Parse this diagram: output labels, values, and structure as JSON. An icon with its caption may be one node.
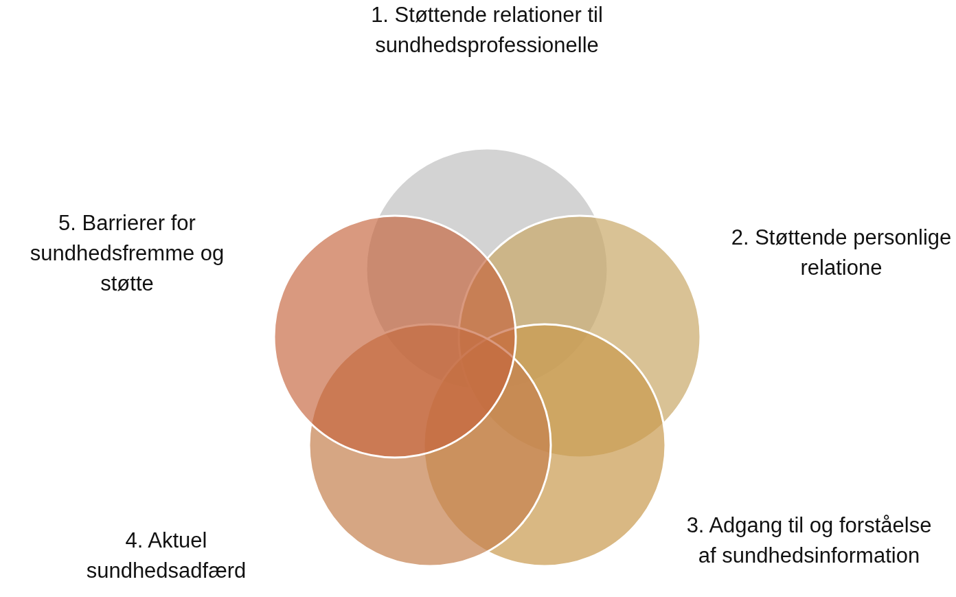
{
  "diagram": {
    "nodes": [
      {
        "text": [
          "1. Støttende relationer til sundhedsprofessionelle"
        ]
      },
      {
        "text": [
          "2. Støttende personlige relatione"
        ]
      },
      {
        "text": [
          "3. Adgang til og forståelse af sundhedsinformation"
        ]
      },
      {
        "text": [
          "4. Aktuel sundhedsadfærd"
        ]
      },
      {
        "text": [
          "5. Barrierer for sundhedsfremme og støtte"
        ]
      }
    ],
    "edges": []
  }
}
